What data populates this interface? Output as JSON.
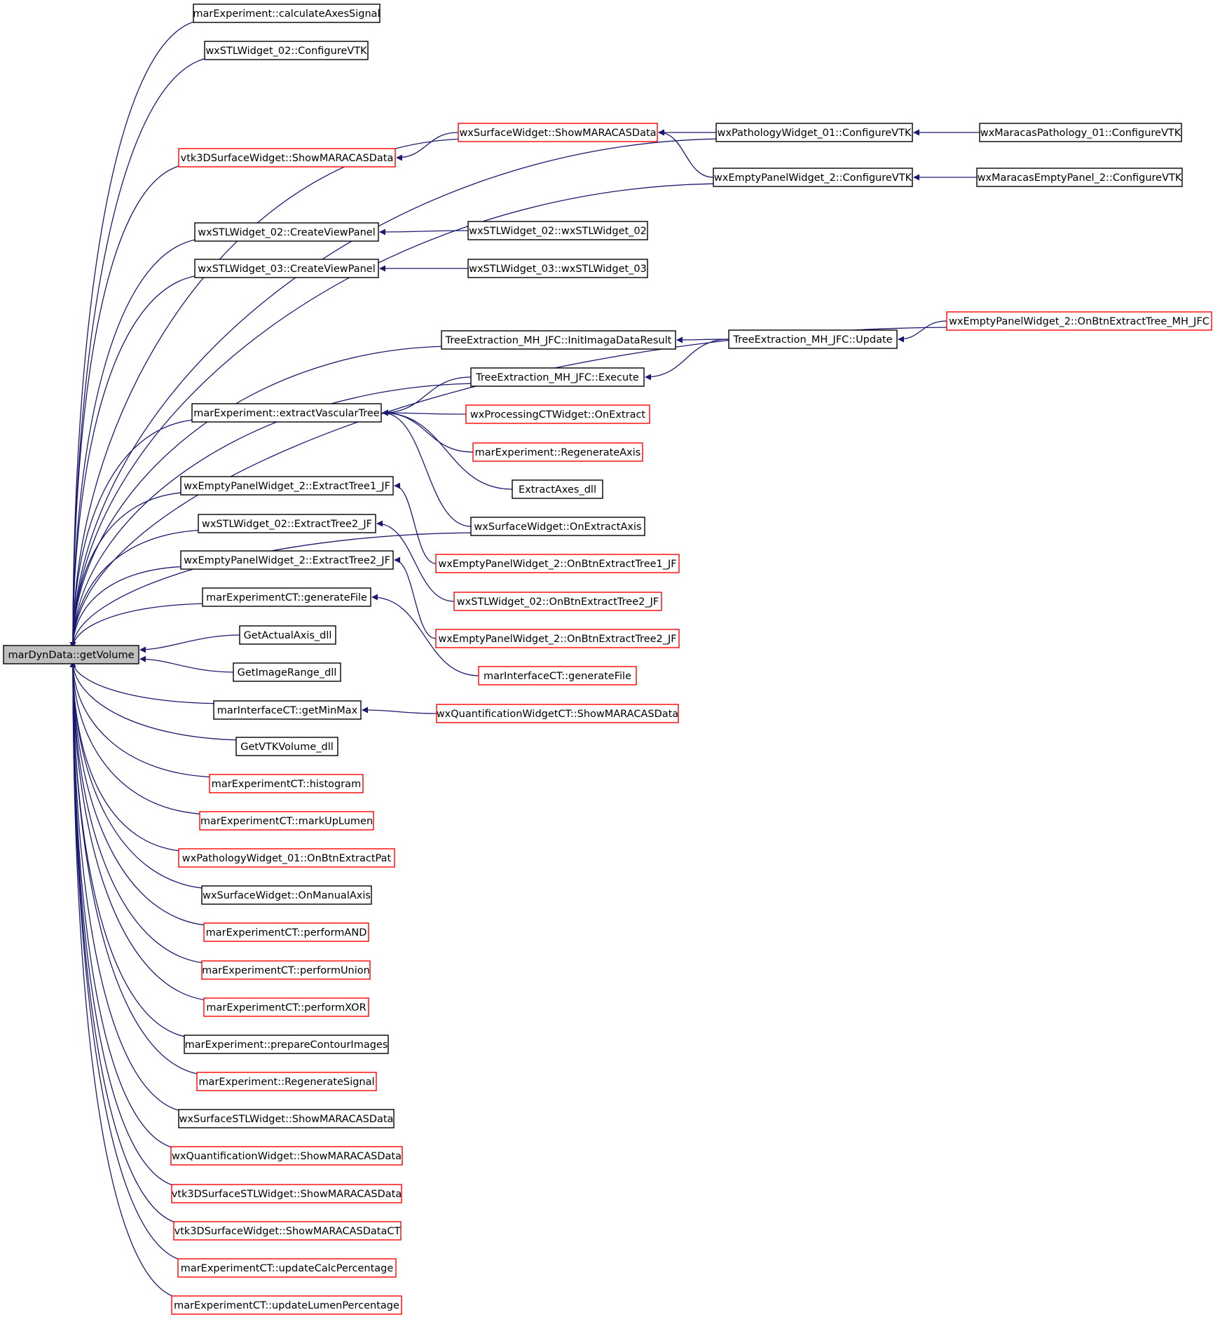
{
  "colors": {
    "edge": "#191970",
    "node_border_documented": "#000000",
    "node_border_truncated": "#ff0000",
    "root_fill": "#bfbfbf",
    "background": "#ffffff"
  },
  "root": {
    "id": "root",
    "label": "marDynData::getVolume"
  },
  "nodes": [
    {
      "id": "n1",
      "label": "marExperiment::calculateAxesSignal",
      "border": "black"
    },
    {
      "id": "n2",
      "label": "wxSTLWidget_02::ConfigureVTK",
      "border": "black"
    },
    {
      "id": "n3",
      "label": "vtk3DSurfaceWidget::ShowMARACASData",
      "border": "red"
    },
    {
      "id": "n4",
      "label": "wxSurfaceWidget::ShowMARACASData",
      "border": "red"
    },
    {
      "id": "n5",
      "label": "wxPathologyWidget_01::ConfigureVTK",
      "border": "black"
    },
    {
      "id": "n6",
      "label": "wxMaracasPathology_01::ConfigureVTK",
      "border": "black"
    },
    {
      "id": "n7",
      "label": "wxEmptyPanelWidget_2::ConfigureVTK",
      "border": "black"
    },
    {
      "id": "n8",
      "label": "wxMaracasEmptyPanel_2::ConfigureVTK",
      "border": "black"
    },
    {
      "id": "n9",
      "label": "wxSTLWidget_02::CreateViewPanel",
      "border": "black"
    },
    {
      "id": "n10",
      "label": "wxSTLWidget_02::wxSTLWidget_02",
      "border": "black"
    },
    {
      "id": "n11",
      "label": "wxSTLWidget_03::CreateViewPanel",
      "border": "black"
    },
    {
      "id": "n12",
      "label": "wxSTLWidget_03::wxSTLWidget_03",
      "border": "black"
    },
    {
      "id": "n13",
      "label": "wxEmptyPanelWidget_2::OnBtnExtractTree_MH_JFC",
      "border": "red"
    },
    {
      "id": "n14",
      "label": "TreeExtraction_MH_JFC::InitImagaDataResult",
      "border": "black"
    },
    {
      "id": "n15",
      "label": "TreeExtraction_MH_JFC::Update",
      "border": "black"
    },
    {
      "id": "n16",
      "label": "TreeExtraction_MH_JFC::Execute",
      "border": "black"
    },
    {
      "id": "n17",
      "label": "marExperiment::extractVascularTree",
      "border": "black"
    },
    {
      "id": "n18",
      "label": "wxProcessingCTWidget::OnExtract",
      "border": "red"
    },
    {
      "id": "n19",
      "label": "marExperiment::RegenerateAxis",
      "border": "red"
    },
    {
      "id": "n20",
      "label": "ExtractAxes_dll",
      "border": "black"
    },
    {
      "id": "n21",
      "label": "wxSurfaceWidget::OnExtractAxis",
      "border": "black"
    },
    {
      "id": "n22",
      "label": "wxEmptyPanelWidget_2::ExtractTree1_JF",
      "border": "black"
    },
    {
      "id": "n23",
      "label": "wxEmptyPanelWidget_2::OnBtnExtractTree1_JF",
      "border": "red"
    },
    {
      "id": "n24",
      "label": "wxSTLWidget_02::ExtractTree2_JF",
      "border": "black"
    },
    {
      "id": "n25",
      "label": "wxSTLWidget_02::OnBtnExtractTree2_JF",
      "border": "red"
    },
    {
      "id": "n26",
      "label": "wxEmptyPanelWidget_2::ExtractTree2_JF",
      "border": "black"
    },
    {
      "id": "n27",
      "label": "wxEmptyPanelWidget_2::OnBtnExtractTree2_JF",
      "border": "red"
    },
    {
      "id": "n28",
      "label": "marExperimentCT::generateFile",
      "border": "black"
    },
    {
      "id": "n29",
      "label": "marInterfaceCT::generateFile",
      "border": "red"
    },
    {
      "id": "n30",
      "label": "GetActualAxis_dll",
      "border": "black"
    },
    {
      "id": "n31",
      "label": "GetImageRange_dll",
      "border": "black"
    },
    {
      "id": "n32",
      "label": "marInterfaceCT::getMinMax",
      "border": "black"
    },
    {
      "id": "n33",
      "label": "wxQuantificationWidgetCT::ShowMARACASData",
      "border": "red"
    },
    {
      "id": "n34",
      "label": "GetVTKVolume_dll",
      "border": "black"
    },
    {
      "id": "n35",
      "label": "marExperimentCT::histogram",
      "border": "red"
    },
    {
      "id": "n36",
      "label": "marExperimentCT::markUpLumen",
      "border": "red"
    },
    {
      "id": "n37",
      "label": "wxPathologyWidget_01::OnBtnExtractPat",
      "border": "red"
    },
    {
      "id": "n38",
      "label": "wxSurfaceWidget::OnManualAxis",
      "border": "black"
    },
    {
      "id": "n39",
      "label": "marExperimentCT::performAND",
      "border": "red"
    },
    {
      "id": "n40",
      "label": "marExperimentCT::performUnion",
      "border": "red"
    },
    {
      "id": "n41",
      "label": "marExperimentCT::performXOR",
      "border": "red"
    },
    {
      "id": "n42",
      "label": "marExperiment::prepareContourImages",
      "border": "black"
    },
    {
      "id": "n43",
      "label": "marExperiment::RegenerateSignal",
      "border": "red"
    },
    {
      "id": "n44",
      "label": "wxSurfaceSTLWidget::ShowMARACASData",
      "border": "black"
    },
    {
      "id": "n45",
      "label": "wxQuantificationWidget::ShowMARACASData",
      "border": "red"
    },
    {
      "id": "n46",
      "label": "vtk3DSurfaceSTLWidget::ShowMARACASData",
      "border": "red"
    },
    {
      "id": "n47",
      "label": "vtk3DSurfaceWidget::ShowMARACASDataCT",
      "border": "red"
    },
    {
      "id": "n48",
      "label": "marExperimentCT::updateCalcPercentage",
      "border": "red"
    },
    {
      "id": "n49",
      "label": "marExperimentCT::updateLumenPercentage",
      "border": "red"
    }
  ],
  "edges": [
    [
      "n1",
      "root"
    ],
    [
      "n2",
      "root"
    ],
    [
      "n3",
      "root"
    ],
    [
      "n4",
      "root"
    ],
    [
      "n5",
      "root"
    ],
    [
      "n7",
      "root"
    ],
    [
      "n9",
      "root"
    ],
    [
      "n11",
      "root"
    ],
    [
      "n13",
      "root"
    ],
    [
      "n14",
      "root"
    ],
    [
      "n16",
      "root"
    ],
    [
      "n17",
      "root"
    ],
    [
      "n21",
      "root"
    ],
    [
      "n22",
      "root"
    ],
    [
      "n24",
      "root"
    ],
    [
      "n26",
      "root"
    ],
    [
      "n28",
      "root"
    ],
    [
      "n30",
      "root"
    ],
    [
      "n31",
      "root"
    ],
    [
      "n32",
      "root"
    ],
    [
      "n34",
      "root"
    ],
    [
      "n35",
      "root"
    ],
    [
      "n36",
      "root"
    ],
    [
      "n37",
      "root"
    ],
    [
      "n38",
      "root"
    ],
    [
      "n39",
      "root"
    ],
    [
      "n40",
      "root"
    ],
    [
      "n41",
      "root"
    ],
    [
      "n42",
      "root"
    ],
    [
      "n43",
      "root"
    ],
    [
      "n44",
      "root"
    ],
    [
      "n45",
      "root"
    ],
    [
      "n46",
      "root"
    ],
    [
      "n47",
      "root"
    ],
    [
      "n48",
      "root"
    ],
    [
      "n49",
      "root"
    ],
    [
      "n4",
      "n3"
    ],
    [
      "n5",
      "n4"
    ],
    [
      "n7",
      "n4"
    ],
    [
      "n6",
      "n5"
    ],
    [
      "n8",
      "n7"
    ],
    [
      "n10",
      "n9"
    ],
    [
      "n12",
      "n11"
    ],
    [
      "n15",
      "n14"
    ],
    [
      "n15",
      "n16"
    ],
    [
      "n13",
      "n15"
    ],
    [
      "n16",
      "n17"
    ],
    [
      "n18",
      "n17"
    ],
    [
      "n19",
      "n17"
    ],
    [
      "n20",
      "n17"
    ],
    [
      "n21",
      "n17"
    ],
    [
      "n23",
      "n22"
    ],
    [
      "n25",
      "n24"
    ],
    [
      "n27",
      "n26"
    ],
    [
      "n29",
      "n28"
    ],
    [
      "n33",
      "n32"
    ]
  ]
}
